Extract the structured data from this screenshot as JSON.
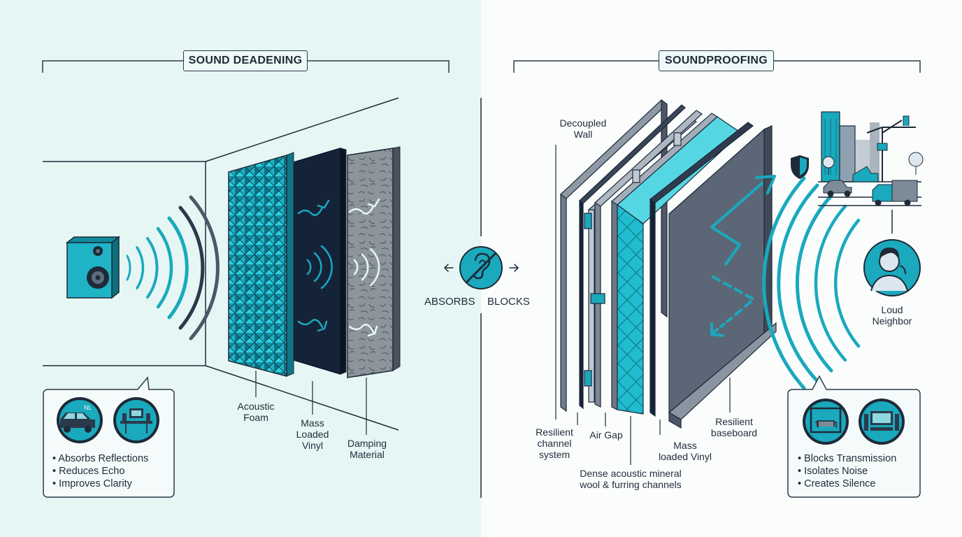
{
  "left_panel": {
    "title": "SOUND DEADENING",
    "layers": {
      "acoustic_foam": "Acoustic\nFoam",
      "mass_loaded_vinyl": "Mass\nLoaded\nVinyl",
      "damping_material": "Damping\nMaterial"
    },
    "benefits": [
      "• Absorbs Reflections",
      "• Reduces Echo",
      "• Improves Clarity"
    ],
    "car_badge": "NL"
  },
  "center": {
    "left_word": "ABSORBS",
    "right_word": "BLOCKS"
  },
  "right_panel": {
    "title": "SOUNDPROOFING",
    "labels": {
      "decoupled_wall": "Decoupled\nWall",
      "resilient_channel": "Resilient\nchannel\nsystem",
      "air_gap": "Air Gap",
      "mineral_wool": "Dense acoustic mineral\nwool & furring channels",
      "mass_loaded_vinyl": "Mass\nloaded Vinyl",
      "resilient_baseboard": "Resilient\nbaseboard",
      "loud_neighbor": "Loud\nNeighbor"
    },
    "benefits": [
      "• Blocks Transmission",
      "• Isolates Noise",
      "• Creates Silence"
    ]
  },
  "colors": {
    "accent": "#1aa9bd",
    "dark_panel": "#152339",
    "slate": "#5f6c7b",
    "left_bg": "#e6f6f4",
    "outline": "#2b3a4a"
  }
}
